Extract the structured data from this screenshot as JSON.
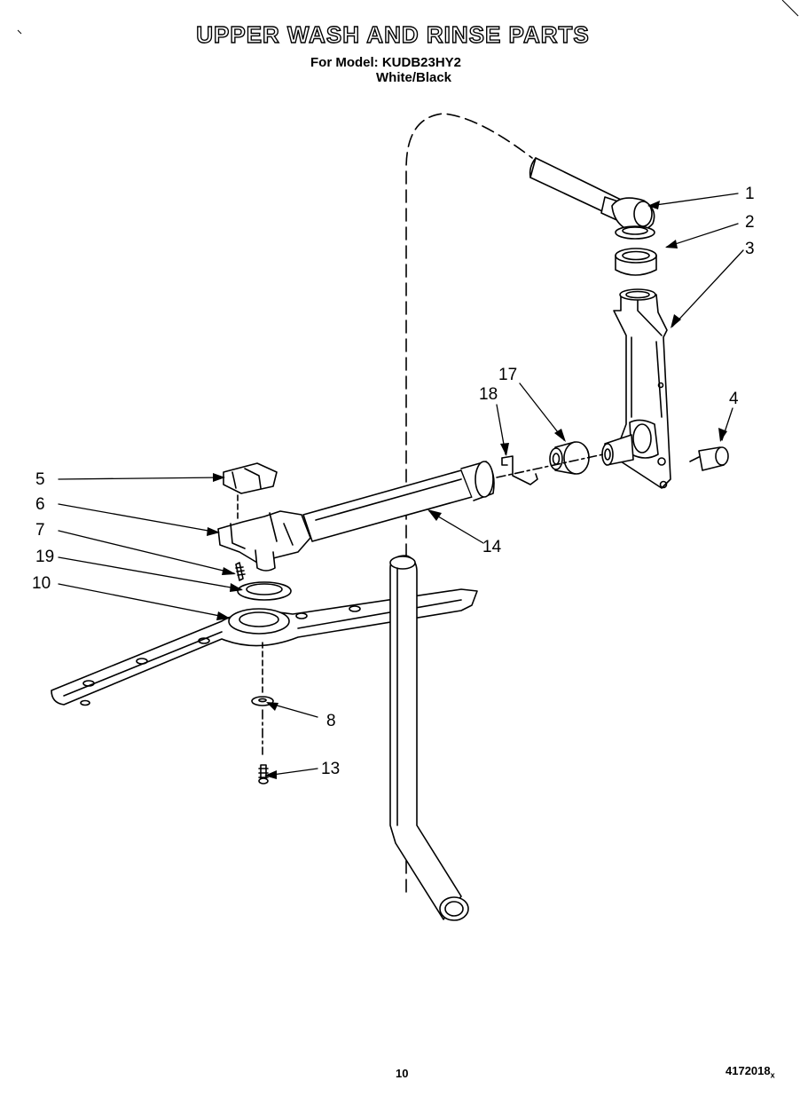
{
  "header": {
    "title": "UPPER WASH AND RINSE PARTS",
    "model_line": "For Model: KUDB23HY2",
    "color_line": "White/Black"
  },
  "footer": {
    "page_number": "10",
    "document_number": "4172018",
    "document_suffix": "x"
  },
  "callouts": [
    "1",
    "2",
    "3",
    "4",
    "5",
    "6",
    "7",
    "19",
    "10",
    "18",
    "17",
    "14",
    "8",
    "13"
  ]
}
